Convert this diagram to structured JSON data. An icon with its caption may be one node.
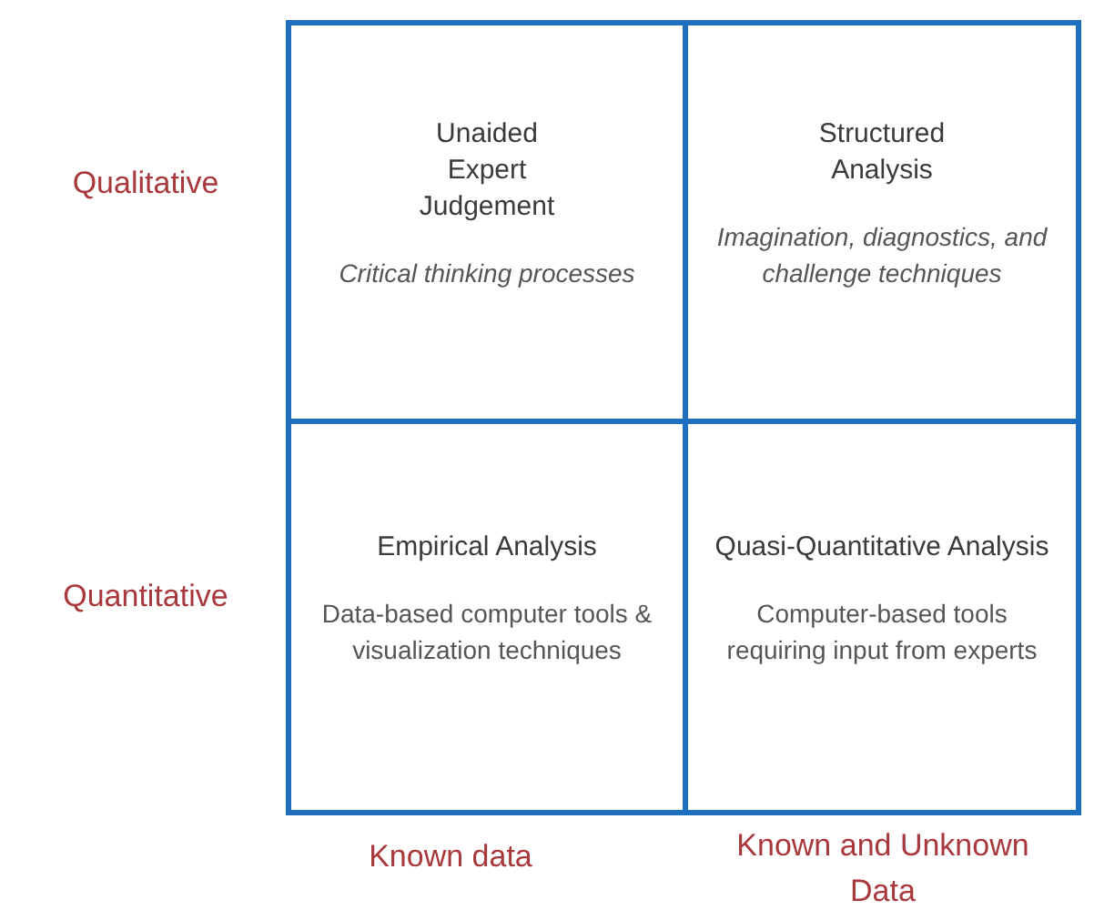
{
  "diagram": {
    "nodes": [
      {
        "text": [
          "Unaided Expert Judgement",
          "Critical thinking processes"
        ]
      },
      {
        "text": [
          "Structured Analysis",
          "Imagination, diagnostics, and challenge techniques"
        ]
      },
      {
        "text": [
          "Empirical Analysis",
          "Data-based computer tools & visualization techniques"
        ]
      },
      {
        "text": [
          "Quasi-Quantitative Analysis",
          "Computer-based tools requiring input from experts"
        ]
      }
    ],
    "labels": [
      "Qualitative",
      "Quantitative",
      "Known data",
      "Known and Unknown Data"
    ]
  }
}
